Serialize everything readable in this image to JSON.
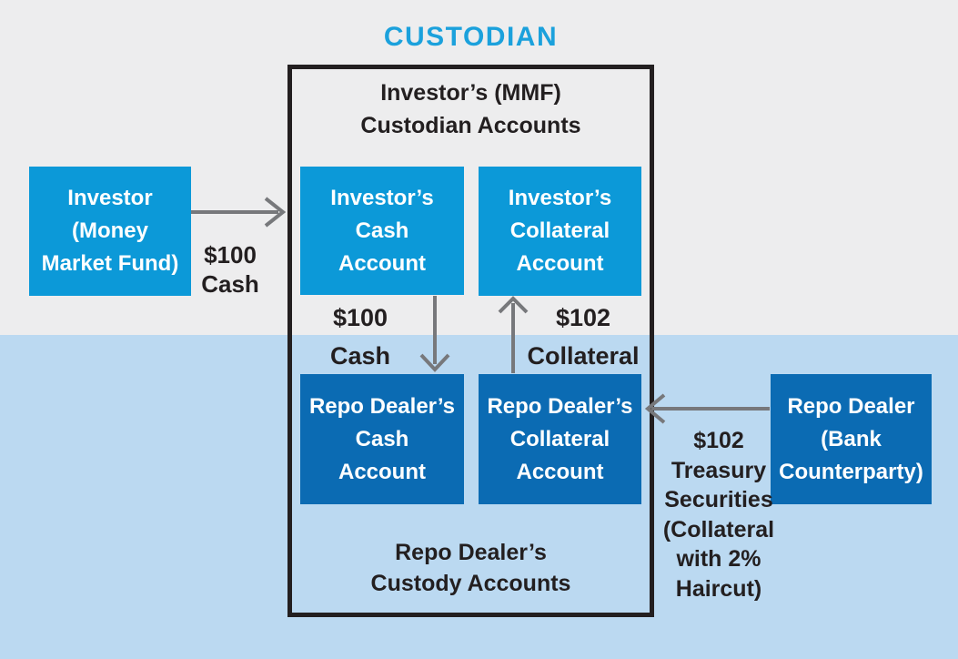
{
  "title": "CUSTODIAN",
  "colors": {
    "bg_top": "#EDEDEE",
    "bg_bottom": "#BBD9F1",
    "bright_blue": "#0C99D8",
    "dark_blue": "#0B6BB3",
    "title_blue": "#1BA1DC",
    "arrow_gray": "#77787B",
    "text_dark": "#231F20",
    "box_border": "#231F20"
  },
  "custodian": {
    "top_label": "Investor’s (MMF)\nCustodian Accounts",
    "bottom_label": "Repo Dealer’s\nCustody Accounts"
  },
  "nodes": {
    "investor": "Investor\n(Money\nMarket Fund)",
    "investor_cash": "Investor’s\nCash\nAccount",
    "investor_collateral": "Investor’s\nCollateral\nAccount",
    "dealer_cash": "Repo Dealer’s\nCash\nAccount",
    "dealer_collateral": "Repo Dealer’s\nCollateral\nAccount",
    "dealer": "Repo Dealer\n(Bank\nCounterparty)"
  },
  "flows": {
    "investor_cash_in": "$100\nCash",
    "cash_to_dealer": "$100\nCash",
    "collateral_to_investor": "$102\nCollateral",
    "dealer_collateral_in": "$102\nTreasury\nSecurities\n(Collateral\nwith 2%\nHaircut)"
  }
}
